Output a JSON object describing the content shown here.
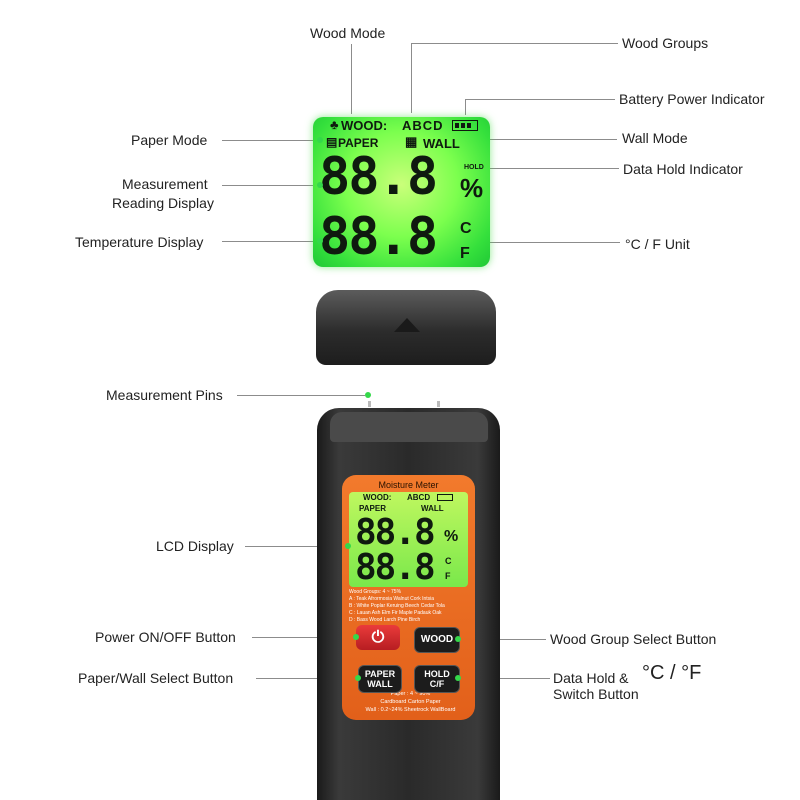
{
  "labels": {
    "wood_mode": "Wood Mode",
    "wood_groups": "Wood Groups",
    "battery": "Battery Power Indicator",
    "paper_mode": "Paper Mode",
    "wall_mode": "Wall Mode",
    "data_hold": "Data Hold Indicator",
    "measurement_reading_1": "Measurement",
    "measurement_reading_2": "Reading Display",
    "temperature_display": "Temperature Display",
    "unit": "°C / F  Unit",
    "measurement_pins": "Measurement Pins",
    "lcd_display": "LCD Display",
    "power_button": "Power ON/OFF Button",
    "wood_group_select": "Wood Group Select Button",
    "paper_wall_select": "Paper/Wall  Select Button",
    "data_hold_switch_1": "Data Hold &",
    "data_hold_switch_unit": "°C / °F",
    "data_hold_switch_2": "Switch Button"
  },
  "lcd": {
    "wood": "WOOD:",
    "groups": "ABCD",
    "paper": "PAPER",
    "wall": "WALL",
    "hold": "HOLD",
    "reading": "88.8",
    "percent": "%",
    "temperature": "88.8",
    "celsius": "C",
    "fahrenheit": "F"
  },
  "device": {
    "title": "Moisture Meter",
    "wood_groups_title": "Wood Groups:   4 ~ 75%",
    "group_a": "A : Teak Afrormosia Walnut Cork Intsia",
    "group_b": "B : White Poplar Keruing Beech Cedar Tola",
    "group_c": "C : Lauan Ash Elm Fir Maple Padauk Oak",
    "group_d": "D : Bass Wood Larch Pine Birch",
    "power_symbol": "⏻",
    "wood_btn": "WOOD",
    "paper_btn_1": "PAPER",
    "paper_btn_2": "WALL",
    "hold_btn_1": "HOLD",
    "hold_btn_2": "C/F",
    "paper_range": "Paper : 4 ~ 90%",
    "paper_types": "Cardboard  Carton  Paper",
    "wall_range": "Wall : 0.2~24% Sheetrock WallBoard"
  },
  "colors": {
    "lcd_green": "#7cff4e",
    "device_orange": "#e8671f",
    "power_red": "#d9262b",
    "indicator_green": "#34d84a"
  }
}
